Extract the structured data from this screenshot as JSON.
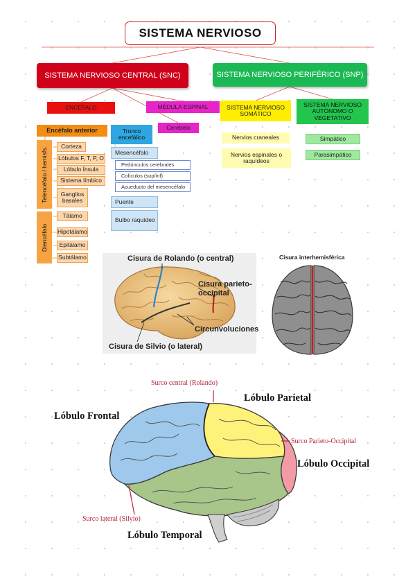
{
  "map": {
    "title": "SISTEMA NERVIOSO",
    "snc": "SISTEMA NERVIOSO CENTRAL (SNC)",
    "snp": "SISTEMA NERVIOSO PERIFÉRICO (SNP)",
    "encefalo": "ENCÉFALO",
    "medula": "MÉDULA ESPINAL",
    "cerebelo": "Cerebelo",
    "somatico": "SISTEMA NERVIOSO SOMÁTICO",
    "autonomo": "SISTEMA NERVIOSO AUTÓNOMO O VEGETATIVO",
    "nervios_craneales": "Nervios craneales",
    "nervios_espinales": "Nervios espinales o raquídeos",
    "simpatico": "Simpático",
    "parasimpatico": "Parasimpático",
    "encefalo_anterior": "Encéfalo anterior",
    "tronco": "Tronco encefálico",
    "telencefalo": "Telencéfalo / hemisfs.",
    "diencefalo": "Diencéfalo",
    "telencefalo_items": [
      "Corteza",
      "Lóbulos F, T, P, O",
      "Lóbulo Ínsula",
      "Sistema límbico",
      "Ganglios basales"
    ],
    "diencefalo_items": [
      "Tálamo",
      "Hipotálamo",
      "Epitálamo",
      "Subtálamo"
    ],
    "mesencefalo": "Mesencéfalo",
    "mesencefalo_items": [
      "Pedúnculos cerebrales",
      "Colículos (sup/inf)",
      "Acueducto del mesencéfalo"
    ],
    "puente": "Puente",
    "bulbo": "Bulbo raquídeo"
  },
  "side_brain": {
    "rolando": "Cisura de Rolando (o central)",
    "parieto": "Cisura parieto-occipital",
    "circunvoluciones": "Circunvoluciones",
    "silvio": "Cisura de Silvio (o lateral)"
  },
  "top_brain": {
    "label": "Cisura interhemisférica"
  },
  "lobes": {
    "surco_central": "Surco central (Rolando)",
    "parietal": "Lóbulo Parietal",
    "frontal": "Lóbulo Frontal",
    "surco_parieto": "Surco Parieto-Occipital",
    "occipital": "Lóbulo Occipital",
    "surco_lateral": "Surco lateral (Silvio)",
    "temporal": "Lóbulo Temporal"
  },
  "colors": {
    "snc": "#d0021b",
    "snp": "#1bb954",
    "frontal": "#9fc9ec",
    "parietal": "#fff27a",
    "temporal": "#a8c58a",
    "occipital": "#f29aa6"
  }
}
